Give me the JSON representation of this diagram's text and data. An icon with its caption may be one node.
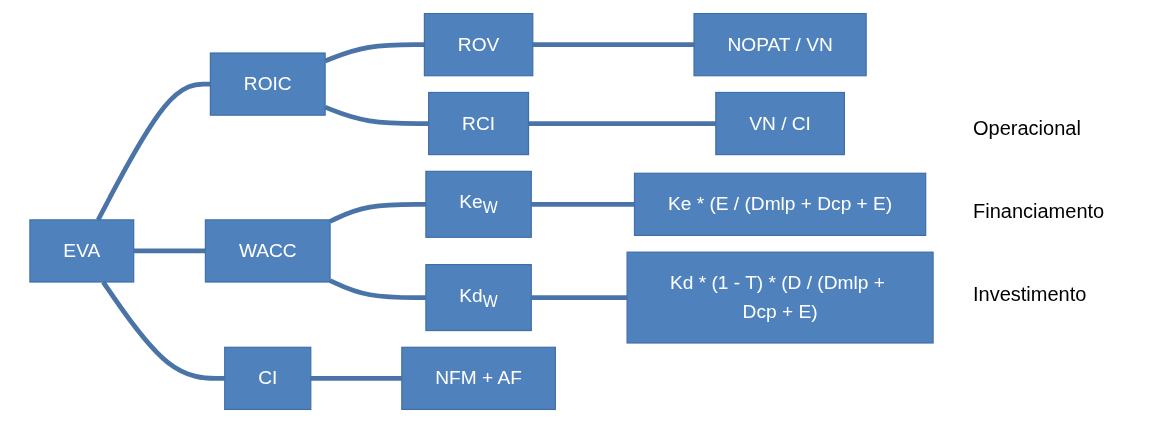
{
  "diagram": {
    "nodes": [
      {
        "text": [
          "EVA"
        ]
      },
      {
        "text": [
          "ROIC"
        ]
      },
      {
        "text": [
          "WACC"
        ]
      },
      {
        "text": [
          "CI"
        ]
      },
      {
        "text": [
          "ROV"
        ]
      },
      {
        "text": [
          "RCI"
        ]
      },
      {
        "text": [
          "Ke$_{W}$"
        ]
      },
      {
        "text": [
          "Kd$_{W}$"
        ]
      },
      {
        "text": [
          "NOPAT / VN"
        ]
      },
      {
        "text": [
          "VN / CI"
        ]
      },
      {
        "text": [
          "Ke * (E / (Dmlp + Dcp + E)"
        ]
      },
      {
        "text": [
          "Kd * (1 - T) * (D / (Dmlp + Dcp + E)"
        ]
      },
      {
        "text": [
          "NFM + AF"
        ]
      }
    ],
    "edges": [
      {
        "from": 0,
        "to": 1,
        "arrow": "none"
      },
      {
        "from": 0,
        "to": 2,
        "arrow": "none"
      },
      {
        "from": 0,
        "to": 3,
        "arrow": "none"
      },
      {
        "from": 1,
        "to": 4,
        "arrow": "none"
      },
      {
        "from": 1,
        "to": 5,
        "arrow": "none"
      },
      {
        "from": 2,
        "to": 6,
        "arrow": "none"
      },
      {
        "from": 2,
        "to": 7,
        "arrow": "none"
      },
      {
        "from": 4,
        "to": 8,
        "arrow": "none"
      },
      {
        "from": 5,
        "to": 9,
        "arrow": "none"
      },
      {
        "from": 6,
        "to": 10,
        "arrow": "none"
      },
      {
        "from": 7,
        "to": 11,
        "arrow": "none"
      },
      {
        "from": 3,
        "to": 12,
        "arrow": "none"
      }
    ],
    "labels": [
      "Operacional",
      "Financiamento",
      "Investimento"
    ]
  }
}
